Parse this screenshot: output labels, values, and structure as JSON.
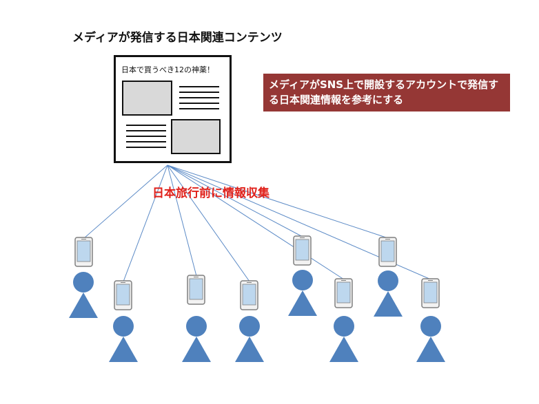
{
  "title": "メディアが発信する日本関連コンテンツ",
  "article": {
    "headline": "日本で買うべき12の神薬！"
  },
  "callout": {
    "text": "メディアがSNS上で開設するアカウントで発信する日本関連情報を参考にする",
    "background": "#953735"
  },
  "collect_label": "日本旅行前に情報収集",
  "colors": {
    "person": "#4f81bd",
    "phone_screen": "#bdd7ee",
    "line": "#5b8ac6",
    "collect_label": "#e0211b"
  },
  "icons": {
    "person": "person-icon",
    "phone": "smartphone-icon",
    "article": "article-icon"
  }
}
